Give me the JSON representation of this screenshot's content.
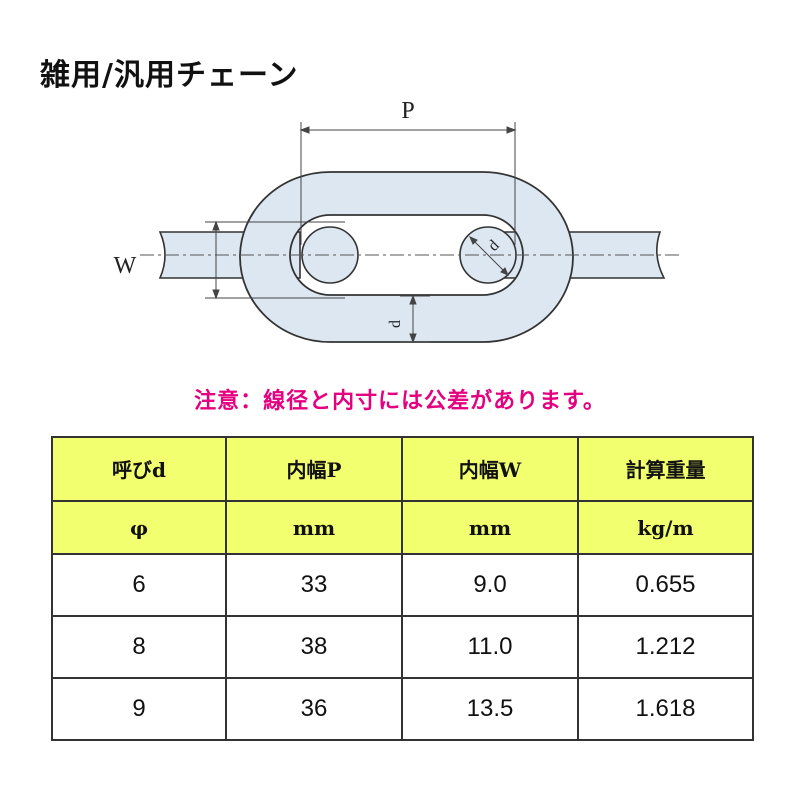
{
  "title": "雑用/汎用チェーン",
  "diagram": {
    "label_p": "P",
    "label_w": "W",
    "label_d": "d"
  },
  "note": {
    "text": "注意：線径と内寸には公差があります。",
    "color": "#e4007f"
  },
  "table": {
    "header_bg": "#f2ff6e",
    "body_bg": "#ffffff",
    "headers": [
      "呼びd",
      "内幅P",
      "内幅W",
      "計算重量"
    ],
    "units": [
      "φ",
      "mm",
      "mm",
      "kg/m"
    ],
    "rows": [
      [
        "6",
        "33",
        "9.0",
        "0.655"
      ],
      [
        "8",
        "38",
        "11.0",
        "1.212"
      ],
      [
        "9",
        "36",
        "13.5",
        "1.618"
      ]
    ]
  },
  "colors": {
    "link_fill": "#dde7f2",
    "link_stroke": "#333333"
  }
}
